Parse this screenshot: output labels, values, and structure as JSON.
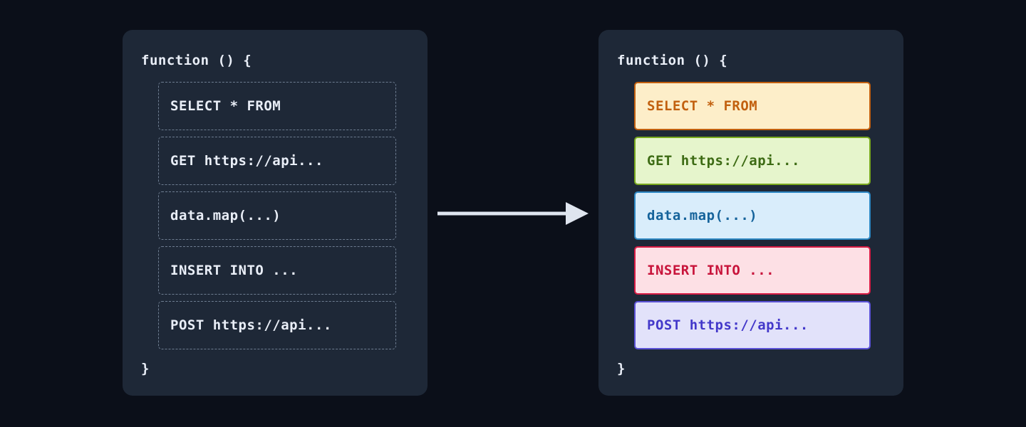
{
  "page": {
    "background": "#0b0f19",
    "panel_background": "#1e2837",
    "code_text_color": "#e9eef7",
    "arrow_color": "#dfe5ef"
  },
  "before_panel": {
    "name": "untagged-code-panel",
    "code_open": "function () {",
    "code_close": "}",
    "border_style": "dashed",
    "border_color": "#6e7d91",
    "statements": [
      {
        "text": "SELECT * FROM"
      },
      {
        "text": "GET https://api..."
      },
      {
        "text": "data.map(...)"
      },
      {
        "text": "INSERT INTO ..."
      },
      {
        "text": "POST https://api..."
      }
    ]
  },
  "after_panel": {
    "name": "tagged-code-panel",
    "code_open": "function () {",
    "code_close": "}",
    "statements": [
      {
        "text": "SELECT * FROM",
        "category": "sql-select",
        "fill": "#fdeec9",
        "border": "#c2600f",
        "color": "#c2600f"
      },
      {
        "text": "GET https://api...",
        "category": "http-get",
        "fill": "#e6f5cc",
        "border": "#78a81e",
        "color": "#3d6b14"
      },
      {
        "text": "data.map(...)",
        "category": "js-transform",
        "fill": "#d9edfb",
        "border": "#2d87c3",
        "color": "#15639b"
      },
      {
        "text": "INSERT INTO ...",
        "category": "sql-insert",
        "fill": "#fde0e5",
        "border": "#d81b44",
        "color": "#c8143b"
      },
      {
        "text": "POST https://api...",
        "category": "http-post",
        "fill": "#e2e2fa",
        "border": "#5b52d6",
        "color": "#4338ca"
      }
    ]
  },
  "arrow": {
    "name": "transform-arrow",
    "direction": "right",
    "color": "#dfe5ef"
  }
}
